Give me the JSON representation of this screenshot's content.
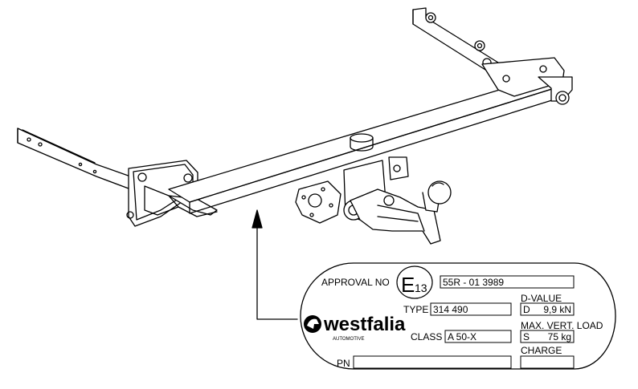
{
  "plate": {
    "approval_label": "APPROVAL NO",
    "e_mark": "E",
    "e_mark_number": "13",
    "approval_number": "55R - 01 3989",
    "type_label": "TYPE",
    "type_value": "314 490",
    "class_label": "CLASS",
    "class_value": "A 50-X",
    "pn_label": "PN",
    "pn_value": "",
    "dvalue_label": "D-VALUE",
    "dvalue_prefix": "D",
    "dvalue_value": "9,9 kN",
    "load_label": "MAX. VERT. LOAD",
    "load_prefix": "S",
    "load_value": "75 kg",
    "charge_label": "CHARGE",
    "charge_value": ""
  },
  "brand": {
    "name": "westfalia",
    "subtitle": "AUTOMOTIVE"
  }
}
